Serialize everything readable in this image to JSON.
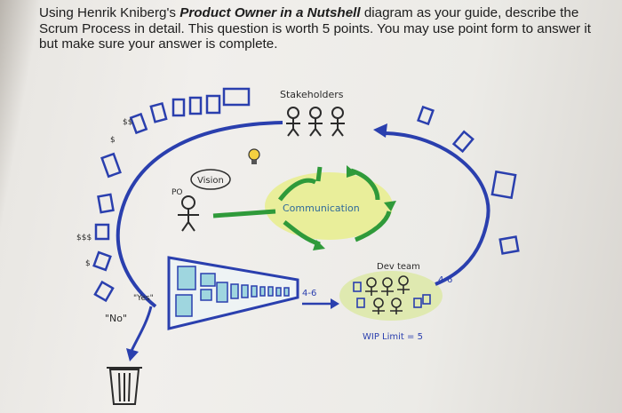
{
  "question": {
    "part1": "Using Henrik Kniberg's ",
    "title": "Product Owner in a Nutshell",
    "part2": " diagram as your guide, describe the Scrum Process in detail. This question is worth 5 points. You may use point form to answer it but make sure your answer is complete."
  },
  "diagram": {
    "stakeholders": "Stakeholders",
    "vision": "Vision",
    "po": "PO",
    "communication": "Communication",
    "dev_team": "Dev team",
    "wip_limit": "WIP Limit = 5",
    "cadence_left": "4-6",
    "cadence_right": "4-6",
    "yes": "\"Yes\"",
    "no": "\"No\"",
    "money_1": "$$",
    "money_2": "$",
    "money_3": "$$$",
    "money_4": "$"
  },
  "colors": {
    "blue": "#2a3fae",
    "green": "#2f9a3a",
    "yellow_blob": "#e9ee9a",
    "cyan_backlog": "#9fd6df"
  }
}
